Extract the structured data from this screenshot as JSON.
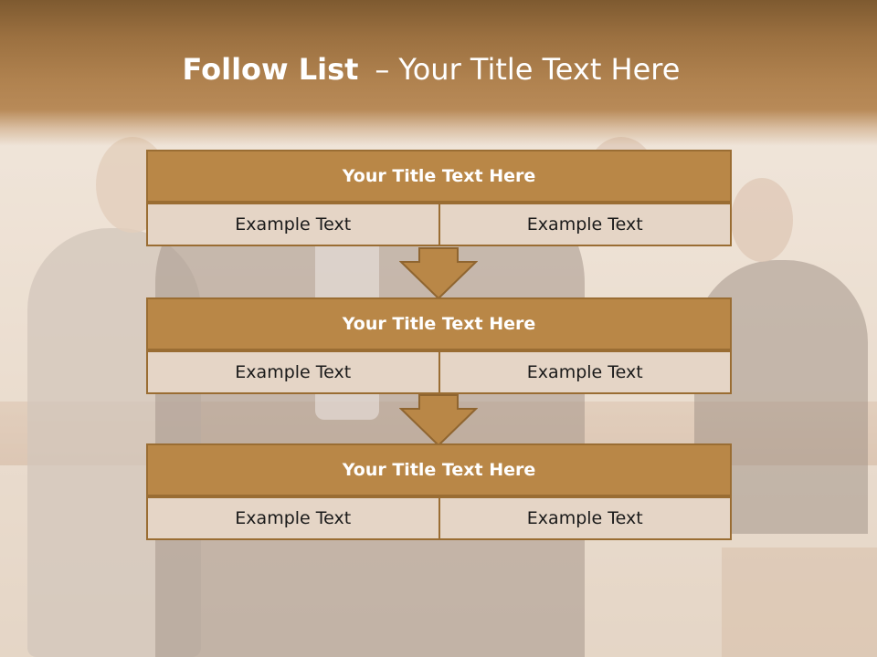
{
  "slide": {
    "title_bold": "Follow List",
    "title_dash": "–",
    "title_rest": "Your Title Text Here",
    "blocks": [
      {
        "title": "Your Title Text Here",
        "cells": [
          "Example Text",
          "Example Text"
        ]
      },
      {
        "title": "Your Title Text Here",
        "cells": [
          "Example Text",
          "Example Text"
        ]
      },
      {
        "title": "Your Title Text Here",
        "cells": [
          "Example Text",
          "Example Text"
        ]
      }
    ],
    "colors": {
      "header": "#b0824f",
      "block_title": "#b98747",
      "block_cell": "#e5d5c6",
      "border": "#9a6d33"
    },
    "icons": [
      "down-arrow-icon",
      "down-arrow-icon"
    ]
  }
}
